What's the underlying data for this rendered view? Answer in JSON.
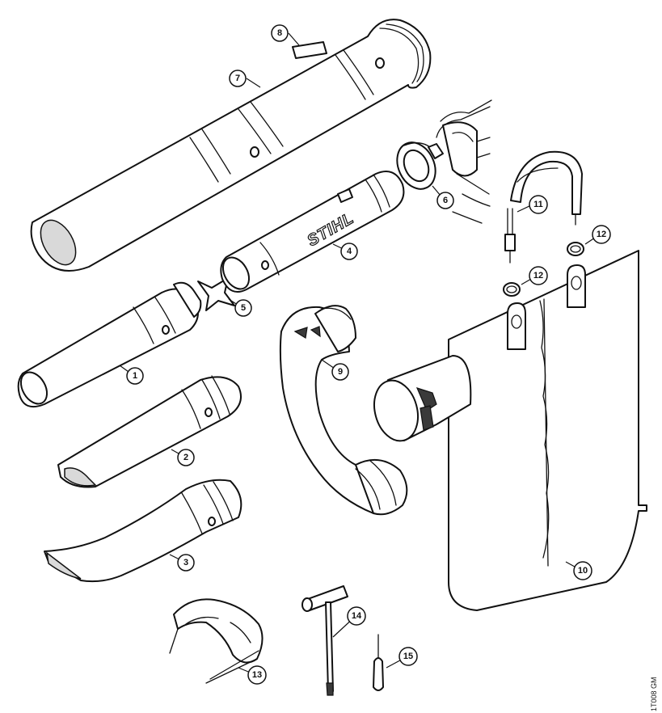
{
  "figure": {
    "brand": "STIHL",
    "drawing_code": "1T008 GM",
    "callouts": [
      {
        "id": "callout-1",
        "label": "1"
      },
      {
        "id": "callout-2",
        "label": "2"
      },
      {
        "id": "callout-3",
        "label": "3"
      },
      {
        "id": "callout-4",
        "label": "4"
      },
      {
        "id": "callout-5",
        "label": "5"
      },
      {
        "id": "callout-6",
        "label": "6"
      },
      {
        "id": "callout-7",
        "label": "7"
      },
      {
        "id": "callout-8",
        "label": "8"
      },
      {
        "id": "callout-9",
        "label": "9"
      },
      {
        "id": "callout-10",
        "label": "10"
      },
      {
        "id": "callout-11",
        "label": "11"
      },
      {
        "id": "callout-12a",
        "label": "12"
      },
      {
        "id": "callout-12b",
        "label": "12"
      },
      {
        "id": "callout-13",
        "label": "13"
      },
      {
        "id": "callout-14",
        "label": "14"
      },
      {
        "id": "callout-15",
        "label": "15"
      }
    ]
  }
}
